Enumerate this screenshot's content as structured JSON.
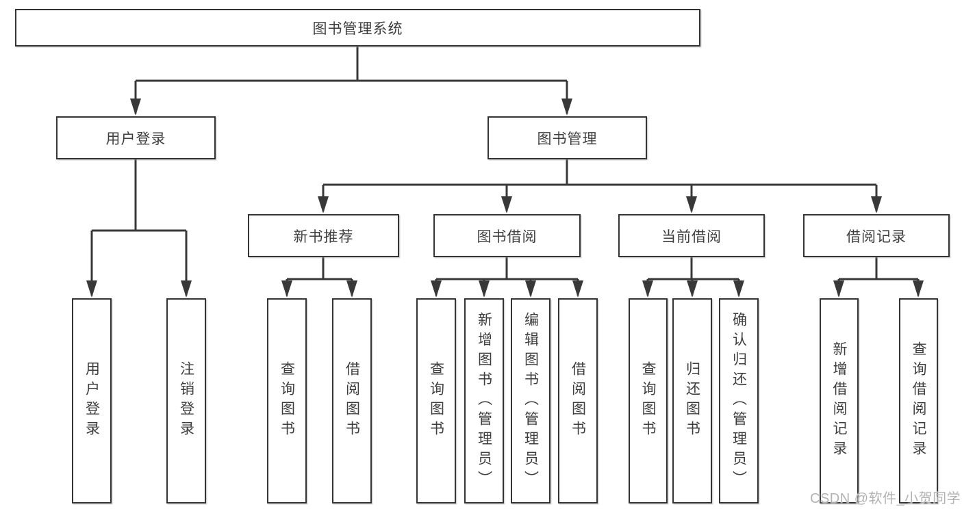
{
  "diagram": {
    "watermark": "CSDN @软件_小贺同学",
    "colors": {
      "line": "#383838",
      "box_border": "#343434",
      "text": "#3e3e3e",
      "watermark": "#b3b3b3",
      "background": "#ffffff"
    },
    "tree": {
      "id": "root",
      "label": "图书管理系统",
      "children": [
        {
          "id": "user-login",
          "label": "用户登录",
          "children": [
            {
              "id": "leaf-user-login",
              "label": "用户登录"
            },
            {
              "id": "leaf-logout",
              "label": "注销登录"
            }
          ]
        },
        {
          "id": "book-mgmt",
          "label": "图书管理",
          "children": [
            {
              "id": "new-book-rec",
              "label": "新书推荐",
              "children": [
                {
                  "id": "nbr-query-book",
                  "label": "查询图书"
                },
                {
                  "id": "nbr-borrow-book",
                  "label": "借阅图书"
                }
              ]
            },
            {
              "id": "book-borrow",
              "label": "图书借阅",
              "children": [
                {
                  "id": "bb-query-book",
                  "label": "查询图书"
                },
                {
                  "id": "bb-add-book",
                  "label": "新增图书（管理员）"
                },
                {
                  "id": "bb-edit-book",
                  "label": "编辑图书（管理员）"
                },
                {
                  "id": "bb-borrow-book",
                  "label": "借阅图书"
                }
              ]
            },
            {
              "id": "current-borrow",
              "label": "当前借阅",
              "children": [
                {
                  "id": "cb-query-book",
                  "label": "查询图书"
                },
                {
                  "id": "cb-return-book",
                  "label": "归还图书"
                },
                {
                  "id": "cb-confirm-return",
                  "label": "确认归还（管理员）"
                }
              ]
            },
            {
              "id": "borrow-records",
              "label": "借阅记录",
              "children": [
                {
                  "id": "br-add-record",
                  "label": "新增借阅记录"
                },
                {
                  "id": "br-query-record",
                  "label": "查询借阅记录"
                }
              ]
            }
          ]
        }
      ]
    }
  }
}
